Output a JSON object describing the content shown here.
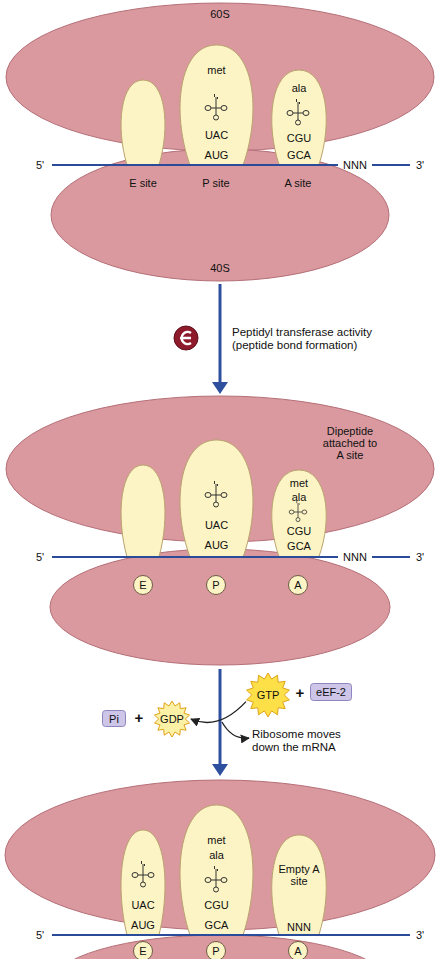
{
  "diagram": {
    "nodes": [
      {
        "text": [
          "60S"
        ]
      },
      {
        "text": [
          "met",
          "UAC",
          "AUG"
        ]
      },
      {
        "text": [
          "ala",
          "CGU",
          "GCA"
        ]
      },
      {
        "text": [
          "E site",
          "P site",
          "A site",
          "40S"
        ]
      },
      {
        "text": [
          "Dipeptide attached to A site"
        ]
      },
      {
        "text": [
          "UAC",
          "AUG"
        ]
      },
      {
        "text": [
          "met",
          "ala",
          "CGU",
          "GCA"
        ]
      },
      {
        "text": [
          "E"
        ]
      },
      {
        "text": [
          "P"
        ]
      },
      {
        "text": [
          "A"
        ]
      },
      {
        "text": [
          "UAC",
          "AUG"
        ]
      },
      {
        "text": [
          "met",
          "ala",
          "CGU",
          "GCA"
        ]
      },
      {
        "text": [
          "Empty A site",
          "NNN"
        ]
      },
      {
        "text": [
          "E"
        ]
      },
      {
        "text": [
          "P"
        ]
      },
      {
        "text": [
          "A"
        ]
      },
      {
        "text": [
          "GTP"
        ]
      },
      {
        "text": [
          "eEF-2"
        ]
      },
      {
        "text": [
          "GDP"
        ]
      },
      {
        "text": [
          "Pi"
        ]
      }
    ],
    "edges": [
      {
        "from": 16,
        "to": 18,
        "arrow": "to"
      }
    ],
    "labels": [
      "5'",
      "NNN",
      "3'",
      "Peptidyl transferase activity (peptide bond formation)",
      "5'",
      "NNN",
      "3'",
      "+",
      "+",
      "Ribosome moves down the mRNA",
      "5'",
      "3'"
    ]
  }
}
